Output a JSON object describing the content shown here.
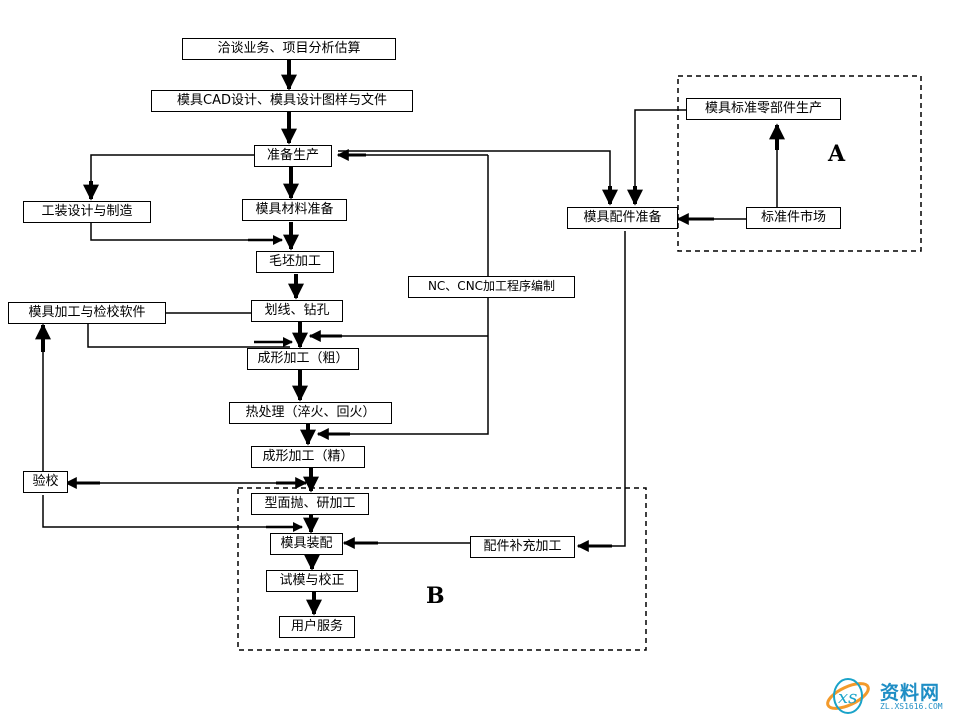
{
  "nodes": {
    "negotiate": "洽谈业务、项目分析估算",
    "cad_design": "模具CAD设计、模具设计图样与文件",
    "prep_production": "准备生产",
    "tooling_design": "工装设计与制造",
    "material_prep": "模具材料准备",
    "blank_machining": "毛坯加工",
    "scribing_drilling": "划线、钻孔",
    "machining_software": "模具加工与检校软件",
    "nc_programming": "NC、CNC加工程序编制",
    "forming_rough": "成形加工（粗）",
    "heat_treatment": "热处理（淬火、回火）",
    "forming_finish": "成形加工（精）",
    "inspection": "验校",
    "polishing": "型面抛、研加工",
    "assembly": "模具装配",
    "supplementary_machining": "配件补充加工",
    "trial_correction": "试模与校正",
    "user_service": "用户服务",
    "parts_prep": "模具配件准备",
    "std_parts_production": "模具标准零部件生产",
    "std_parts_market": "标准件市场"
  },
  "regions": {
    "a": "A",
    "b": "B"
  },
  "watermark": {
    "main": "资料网",
    "sub": "ZL.XS1616.COM"
  },
  "colors": {
    "line": "#000000",
    "watermark": "#1f8ec5",
    "logo_orange": "#f39a2b",
    "logo_teal": "#1aa3c9"
  }
}
